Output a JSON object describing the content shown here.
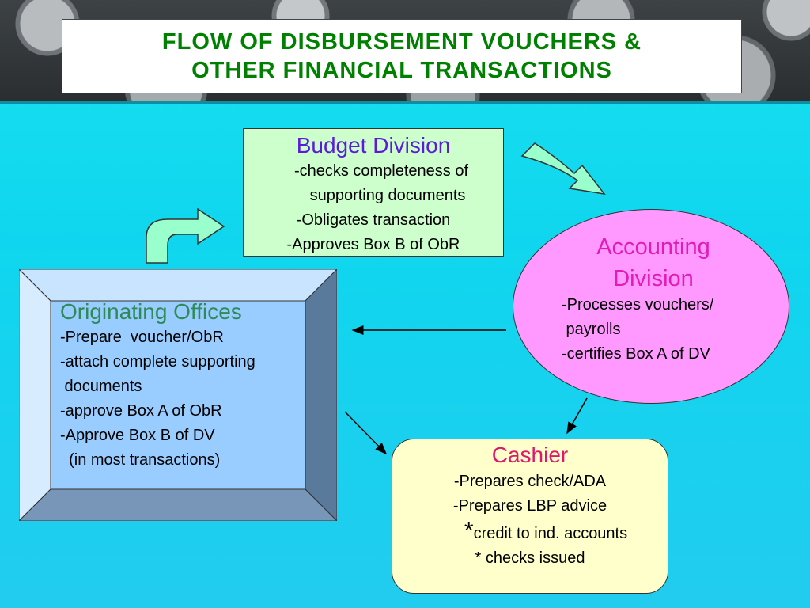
{
  "title": {
    "line1": "FLOW OF DISBURSEMENT VOUCHERS &",
    "line2": "OTHER FINANCIAL TRANSACTIONS"
  },
  "budget": {
    "heading": "Budget Division",
    "lines": [
      "-checks completeness of",
      "supporting documents",
      "-Obligates transaction",
      "-Approves Box B of ObR"
    ]
  },
  "accounting": {
    "heading_line1": "Accounting",
    "heading_line2": "Division",
    "lines": [
      "-Processes vouchers/",
      " payrolls",
      "-certifies Box A of DV"
    ]
  },
  "originating": {
    "heading": "Originating Offices",
    "lines": [
      "-Prepare  voucher/ObR",
      "-attach complete supporting",
      " documents",
      "-approve Box A of ObR",
      "-Approve Box B of DV",
      "  (in most transactions)"
    ]
  },
  "cashier": {
    "heading": "Cashier",
    "lines": [
      "-Prepares check/ADA",
      "-Prepares LBP advice"
    ],
    "star": "*",
    "star_line": "credit to ind. accounts",
    "last_line": "* checks issued"
  },
  "colors": {
    "background": "#19e0f0",
    "title_text": "#008000",
    "budget_fill": "#ccffcc",
    "accounting_fill": "#ff99ff",
    "originating_fill": "#99ccff",
    "cashier_fill": "#ffffcc",
    "curved_arrow_fill": "#99ffcc"
  }
}
